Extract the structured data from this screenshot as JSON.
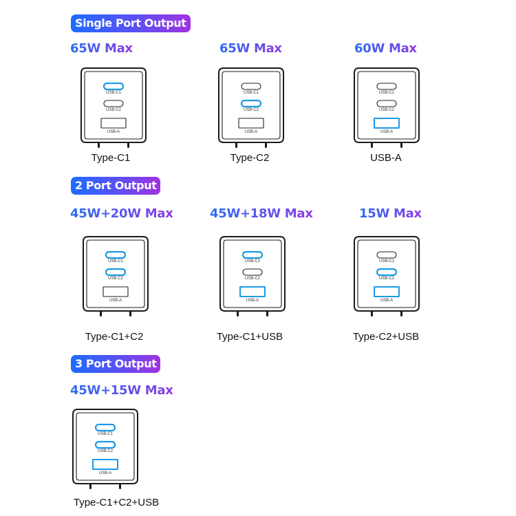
{
  "sections": [
    {
      "title": "Single Port Output"
    },
    {
      "title": "2 Port Output"
    },
    {
      "title": "3 Port Output"
    }
  ],
  "port_labels": {
    "c1": "USB-C1",
    "c2": "USB-C2",
    "a": "USB-A"
  },
  "colors": {
    "active_port": "#1a9ae6",
    "inactive_port": "#222222",
    "body_outline": "#1a1a1a",
    "gradient_start": "#1e6cff",
    "gradient_end": "#a133e0"
  },
  "configs": [
    {
      "power": "65W Max",
      "caption": "Type-C1",
      "active": {
        "c1": true,
        "c2": false,
        "a": false
      }
    },
    {
      "power": "65W Max",
      "caption": "Type-C2",
      "active": {
        "c1": false,
        "c2": true,
        "a": false
      }
    },
    {
      "power": "60W Max",
      "caption": "USB-A",
      "active": {
        "c1": false,
        "c2": false,
        "a": true
      }
    },
    {
      "power": "45W+20W Max",
      "caption": "Type-C1+C2",
      "active": {
        "c1": true,
        "c2": true,
        "a": false
      }
    },
    {
      "power": "45W+18W Max",
      "caption": "Type-C1+USB",
      "active": {
        "c1": true,
        "c2": false,
        "a": true
      }
    },
    {
      "power": "15W Max",
      "caption": "Type-C2+USB",
      "active": {
        "c1": false,
        "c2": true,
        "a": true
      }
    },
    {
      "power": "45W+15W Max",
      "caption": "Type-C1+C2+USB",
      "active": {
        "c1": true,
        "c2": true,
        "a": true
      }
    }
  ]
}
